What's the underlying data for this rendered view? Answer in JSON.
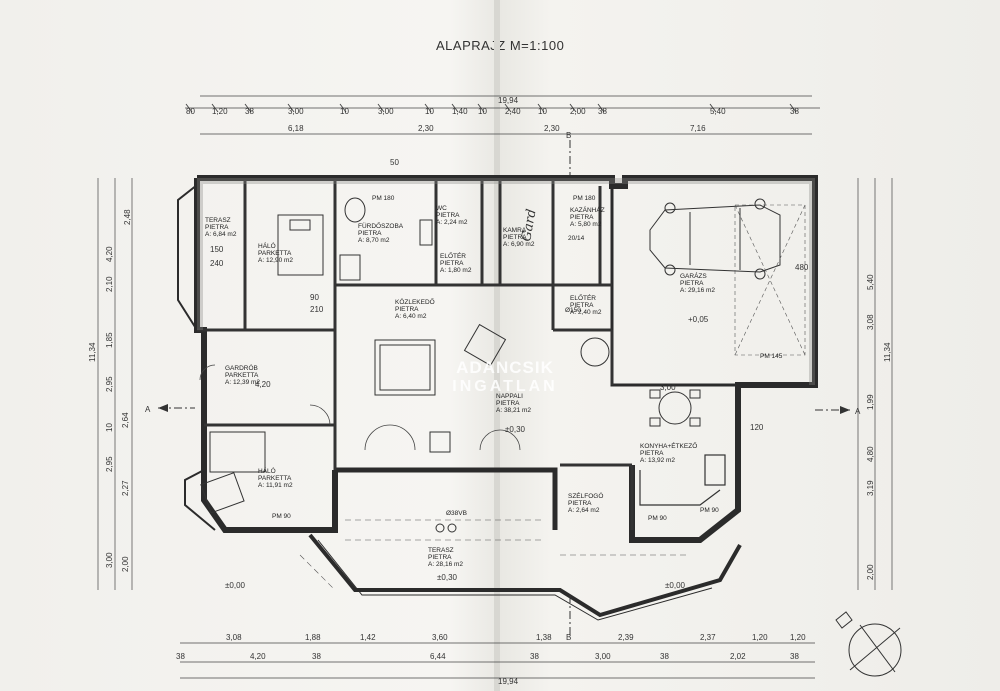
{
  "title": "ALAPRAJZ M=1:100",
  "watermark": {
    "line1": "ADANCSIK",
    "line2": "INGATLAN"
  },
  "top_row1": [
    "80",
    "1,20",
    "38",
    "3,00",
    "10",
    "3,00",
    "10",
    "1,40",
    "10",
    "2,40",
    "10",
    "2,00",
    "38",
    "5,40",
    "38"
  ],
  "top_total": "19,94",
  "top_row2": [
    "6,18",
    "2,30",
    "2,30",
    "7,16"
  ],
  "bottom_row1": [
    "3,08",
    "1,88",
    "1,42",
    "3,60",
    "1,38",
    "2,39",
    "2,37",
    "1,20",
    "1,20"
  ],
  "bottom_row2": [
    "38",
    "4,20",
    "38",
    "6,44",
    "38",
    "3,00",
    "38",
    "2,02",
    "38"
  ],
  "bottom_total": "19,94",
  "left_dims": [
    "2,48",
    "4,20",
    "2,10",
    "1,85",
    "11,34",
    "2,95",
    "2,64",
    "10",
    "2,95",
    "2,27",
    "3,00",
    "2,00"
  ],
  "right_dims": [
    "5,40",
    "3,08",
    "11,34",
    "1,99",
    "4,80",
    "3,19",
    "2,00"
  ],
  "rooms": [
    {
      "name": "TERASZ",
      "floor": "PIETRA",
      "area": "A: 6,84 m2"
    },
    {
      "name": "HÁLÓ",
      "floor": "PARKETTA",
      "area": "A: 12,90 m2"
    },
    {
      "name": "FÜRDŐSZOBA",
      "floor": "PIETRA",
      "area": "A: 8,70 m2"
    },
    {
      "name": "WC",
      "floor": "PIETRA",
      "area": "A: 2,24 m2"
    },
    {
      "name": "ELŐTÉR",
      "floor": "PIETRA",
      "area": "A: 1,80 m2"
    },
    {
      "name": "KAMRA",
      "floor": "PIETRA",
      "area": "A: 6,90 m2"
    },
    {
      "name": "KAZÁNHÁZ",
      "floor": "PIETRA",
      "area": "A: 5,80 m2"
    },
    {
      "name": "GARÁZS",
      "floor": "PIETRA",
      "area": "A: 29,16 m2"
    },
    {
      "name": "KÖZLEKEDŐ",
      "floor": "PIETRA",
      "area": "A: 6,40 m2"
    },
    {
      "name": "ELŐTÉR",
      "floor": "PIETRA",
      "area": "A: 2,40 m2"
    },
    {
      "name": "GARDRÓB",
      "floor": "PARKETTA",
      "area": "A: 12,39 m2"
    },
    {
      "name": "NAPPALI",
      "floor": "PIETRA",
      "area": "A: 38,21 m2"
    },
    {
      "name": "KONYHA+ÉTKEZŐ",
      "floor": "PIETRA",
      "area": "A: 13,92 m2"
    },
    {
      "name": "HÁLÓ",
      "floor": "PARKETTA",
      "area": "A: 11,91 m2"
    },
    {
      "name": "SZÉLFOGÓ",
      "floor": "PIETRA",
      "area": "A: 2,64 m2"
    },
    {
      "name": "TERASZ",
      "floor": "PIETRA",
      "area": "A: 28,16 m2"
    }
  ],
  "levels": [
    "+0,05",
    "±0,30",
    "±0,30",
    "±0,00",
    "±0,00"
  ],
  "marks": {
    "section_a": "A",
    "section_b": "B",
    "pm180a": "PM 180",
    "pm180b": "PM 180",
    "pm145": "PM 145",
    "pm90a": "PM 90",
    "pm90b": "PM 90",
    "pm90c": "PM 90",
    "chimney": "Ø38VB",
    "flue": "Ø150",
    "flue_size": "20/14",
    "d300": "3,00",
    "d420": "4,20",
    "d150": "150",
    "d240": "240",
    "d210": "210",
    "d90": "90",
    "d120": "120",
    "d480": "480",
    "d50": "50"
  },
  "handwriting": "Gard"
}
